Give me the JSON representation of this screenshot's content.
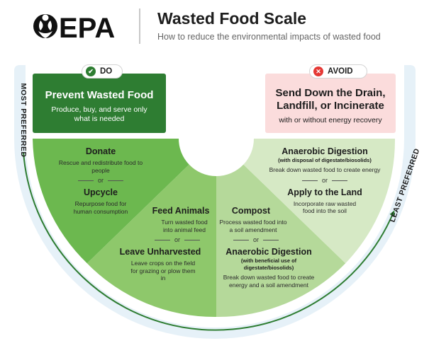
{
  "header": {
    "logo_text": "EPA",
    "title": "Wasted Food Scale",
    "subtitle": "How to reduce the environmental impacts of wasted food"
  },
  "do": {
    "badge": "DO",
    "title": "Prevent Wasted Food",
    "description": "Produce, buy, and serve only what is needed"
  },
  "avoid": {
    "badge": "AVOID",
    "title": "Send Down the Drain, Landfill, or Incinerate",
    "description": "with or without energy recovery"
  },
  "or_label": "or",
  "categories": {
    "donate": {
      "title": "Donate",
      "description": "Rescue and redistribute food to people"
    },
    "upcycle": {
      "title": "Upcycle",
      "description": "Repurpose food for human consumption"
    },
    "feed_animals": {
      "title": "Feed Animals",
      "description": "Turn wasted food into animal feed"
    },
    "leave_unharvested": {
      "title": "Leave Unharvested",
      "description": "Leave crops on the field for grazing or plow them in"
    },
    "compost": {
      "title": "Compost",
      "description": "Process wasted food into a soil amendment"
    },
    "ad_beneficial": {
      "title": "Anaerobic Digestion",
      "qualifier": "(with beneficial use of digestate/biosolids)",
      "description": "Break down wasted food to create energy and a soil amendment"
    },
    "ad_disposal": {
      "title": "Anaerobic Digestion",
      "qualifier": "(with disposal of digestate/biosolids)",
      "description": "Break down wasted food to create energy"
    },
    "apply_to_land": {
      "title": "Apply to the Land",
      "description": "Incorporate raw wasted food into the soil"
    }
  },
  "scale": {
    "most": "MOST PREFERRED",
    "least": "LEAST PREFERRED"
  },
  "colors": {
    "do_green": "#2e7d32",
    "avoid_pink": "#fbdcdc",
    "tier1": "#6cb84f",
    "tier2": "#8ec86b",
    "tier3": "#b5d99a",
    "tier4": "#d6e9c5",
    "arrow": "#2e7d32",
    "arc_band": "#e6f1f8"
  }
}
